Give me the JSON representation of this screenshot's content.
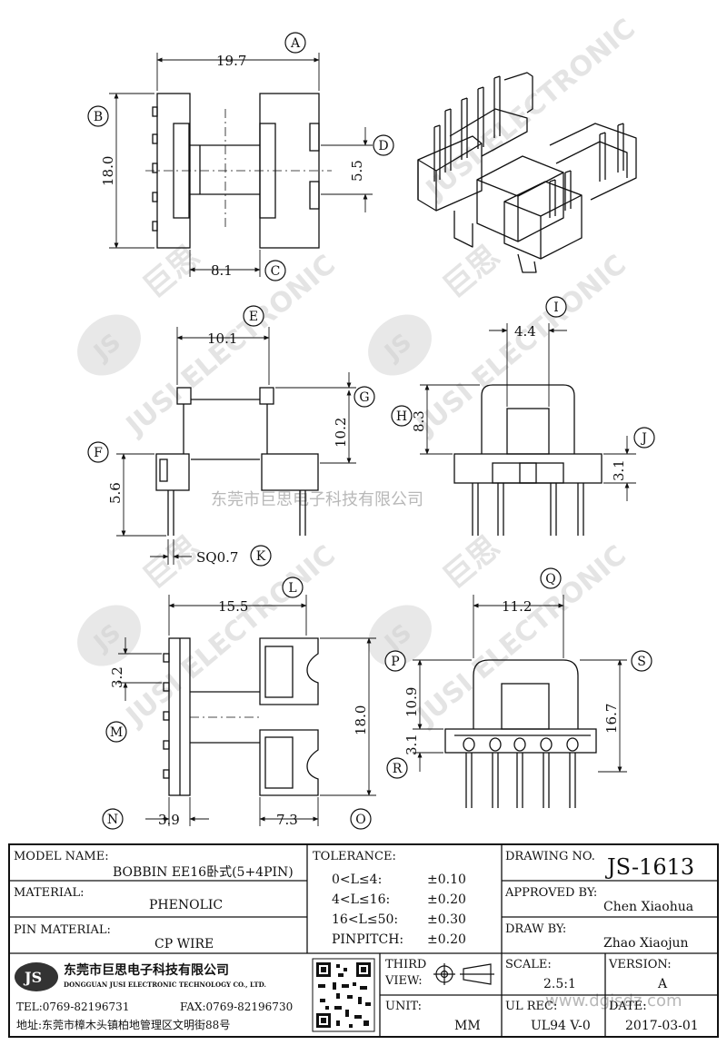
{
  "watermark": {
    "logo": "JS",
    "brand_en": "JUSI ELECTRONIC",
    "brand_cn": "巨思",
    "company_cn": "东莞市巨思电子科技有限公司",
    "site": "www.dgjsdz.com"
  },
  "dimensions": {
    "A": "19.7",
    "B": "18.0",
    "C": "8.1",
    "D": "5.5",
    "E": "10.1",
    "F": "5.6",
    "G": "10.2",
    "K": "SQ0.7",
    "I": "4.4",
    "H": "8.3",
    "J": "3.1",
    "L": "15.5",
    "M": "3.2",
    "N": "3.9",
    "O": "7.3",
    "O_val": "18.0",
    "Q": "11.2",
    "P": "10.9",
    "R": "3.1",
    "S": "16.7"
  },
  "callouts": [
    "A",
    "B",
    "C",
    "D",
    "E",
    "F",
    "G",
    "H",
    "I",
    "J",
    "K",
    "L",
    "M",
    "N",
    "O",
    "P",
    "Q",
    "R",
    "S"
  ],
  "title_block": {
    "model_name_label": "MODEL NAME:",
    "model_name": "BOBBIN EE16卧式(5+4PIN)",
    "material_label": "MATERIAL:",
    "material": "PHENOLIC",
    "pin_material_label": "PIN MATERIAL:",
    "pin_material": "CP WIRE",
    "tolerance_label": "TOLERANCE:",
    "tolerances": [
      {
        "range": "0<L≤4:",
        "value": "±0.10"
      },
      {
        "range": "4<L≤16:",
        "value": "±0.20"
      },
      {
        "range": "16<L≤50:",
        "value": "±0.30"
      },
      {
        "range": "PINPITCH:",
        "value": "±0.20"
      }
    ],
    "drawing_no_label": "DRAWING NO.",
    "drawing_no": "JS-1613",
    "approved_by_label": "APPROVED BY:",
    "approved_by": "Chen Xiaohua",
    "draw_by_label": "DRAW BY:",
    "draw_by": "Zhao Xiaojun",
    "company_cn": "东莞市巨思电子科技有限公司",
    "company_en": "DONGGUAN JUSI ELECTRONIC TECHNOLOGY CO., LTD.",
    "tel": "TEL:0769-82196731",
    "fax": "FAX:0769-82196730",
    "address": "地址:东莞市樟木头镇柏地管理区文明街88号",
    "logo": "JS",
    "third_view_label_1": "THIRD",
    "third_view_label_2": "VIEW:",
    "unit_label": "UNIT:",
    "unit": "MM",
    "scale_label": "SCALE:",
    "scale": "2.5:1",
    "version_label": "VERSION:",
    "version": "A",
    "ul_rec_label": "UL REC:",
    "ul_rec": "UL94 V-0",
    "date_label": "DATE:",
    "date": "2017-03-01"
  }
}
